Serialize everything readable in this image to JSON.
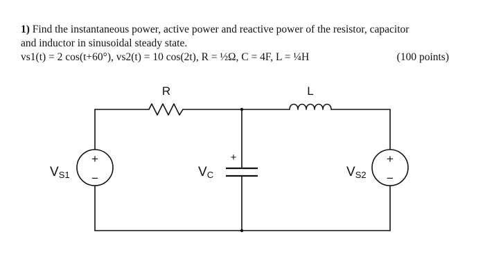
{
  "problem": {
    "number": "1)",
    "text_line1": "Find the instantaneous power, active power and reactive power of the resistor, capacitor",
    "text_line2": "and inductor in sinusoidal steady state.",
    "givens": "vs1(t) = 2 cos(t+60°), vs2(t) = 10 cos(2t), R = ½Ω, C = 4F, L = ¼H",
    "points": "(100 points)"
  },
  "circuit": {
    "resistor_label": "R",
    "inductor_label": "L",
    "capacitor_label_main": "V",
    "capacitor_label_sub": "C",
    "capacitor_plus": "+",
    "source1_label_main": "V",
    "source1_label_sub": "S1",
    "source2_label_main": "V",
    "source2_label_sub": "S2",
    "plus_sign": "+",
    "minus_sign": "−"
  }
}
